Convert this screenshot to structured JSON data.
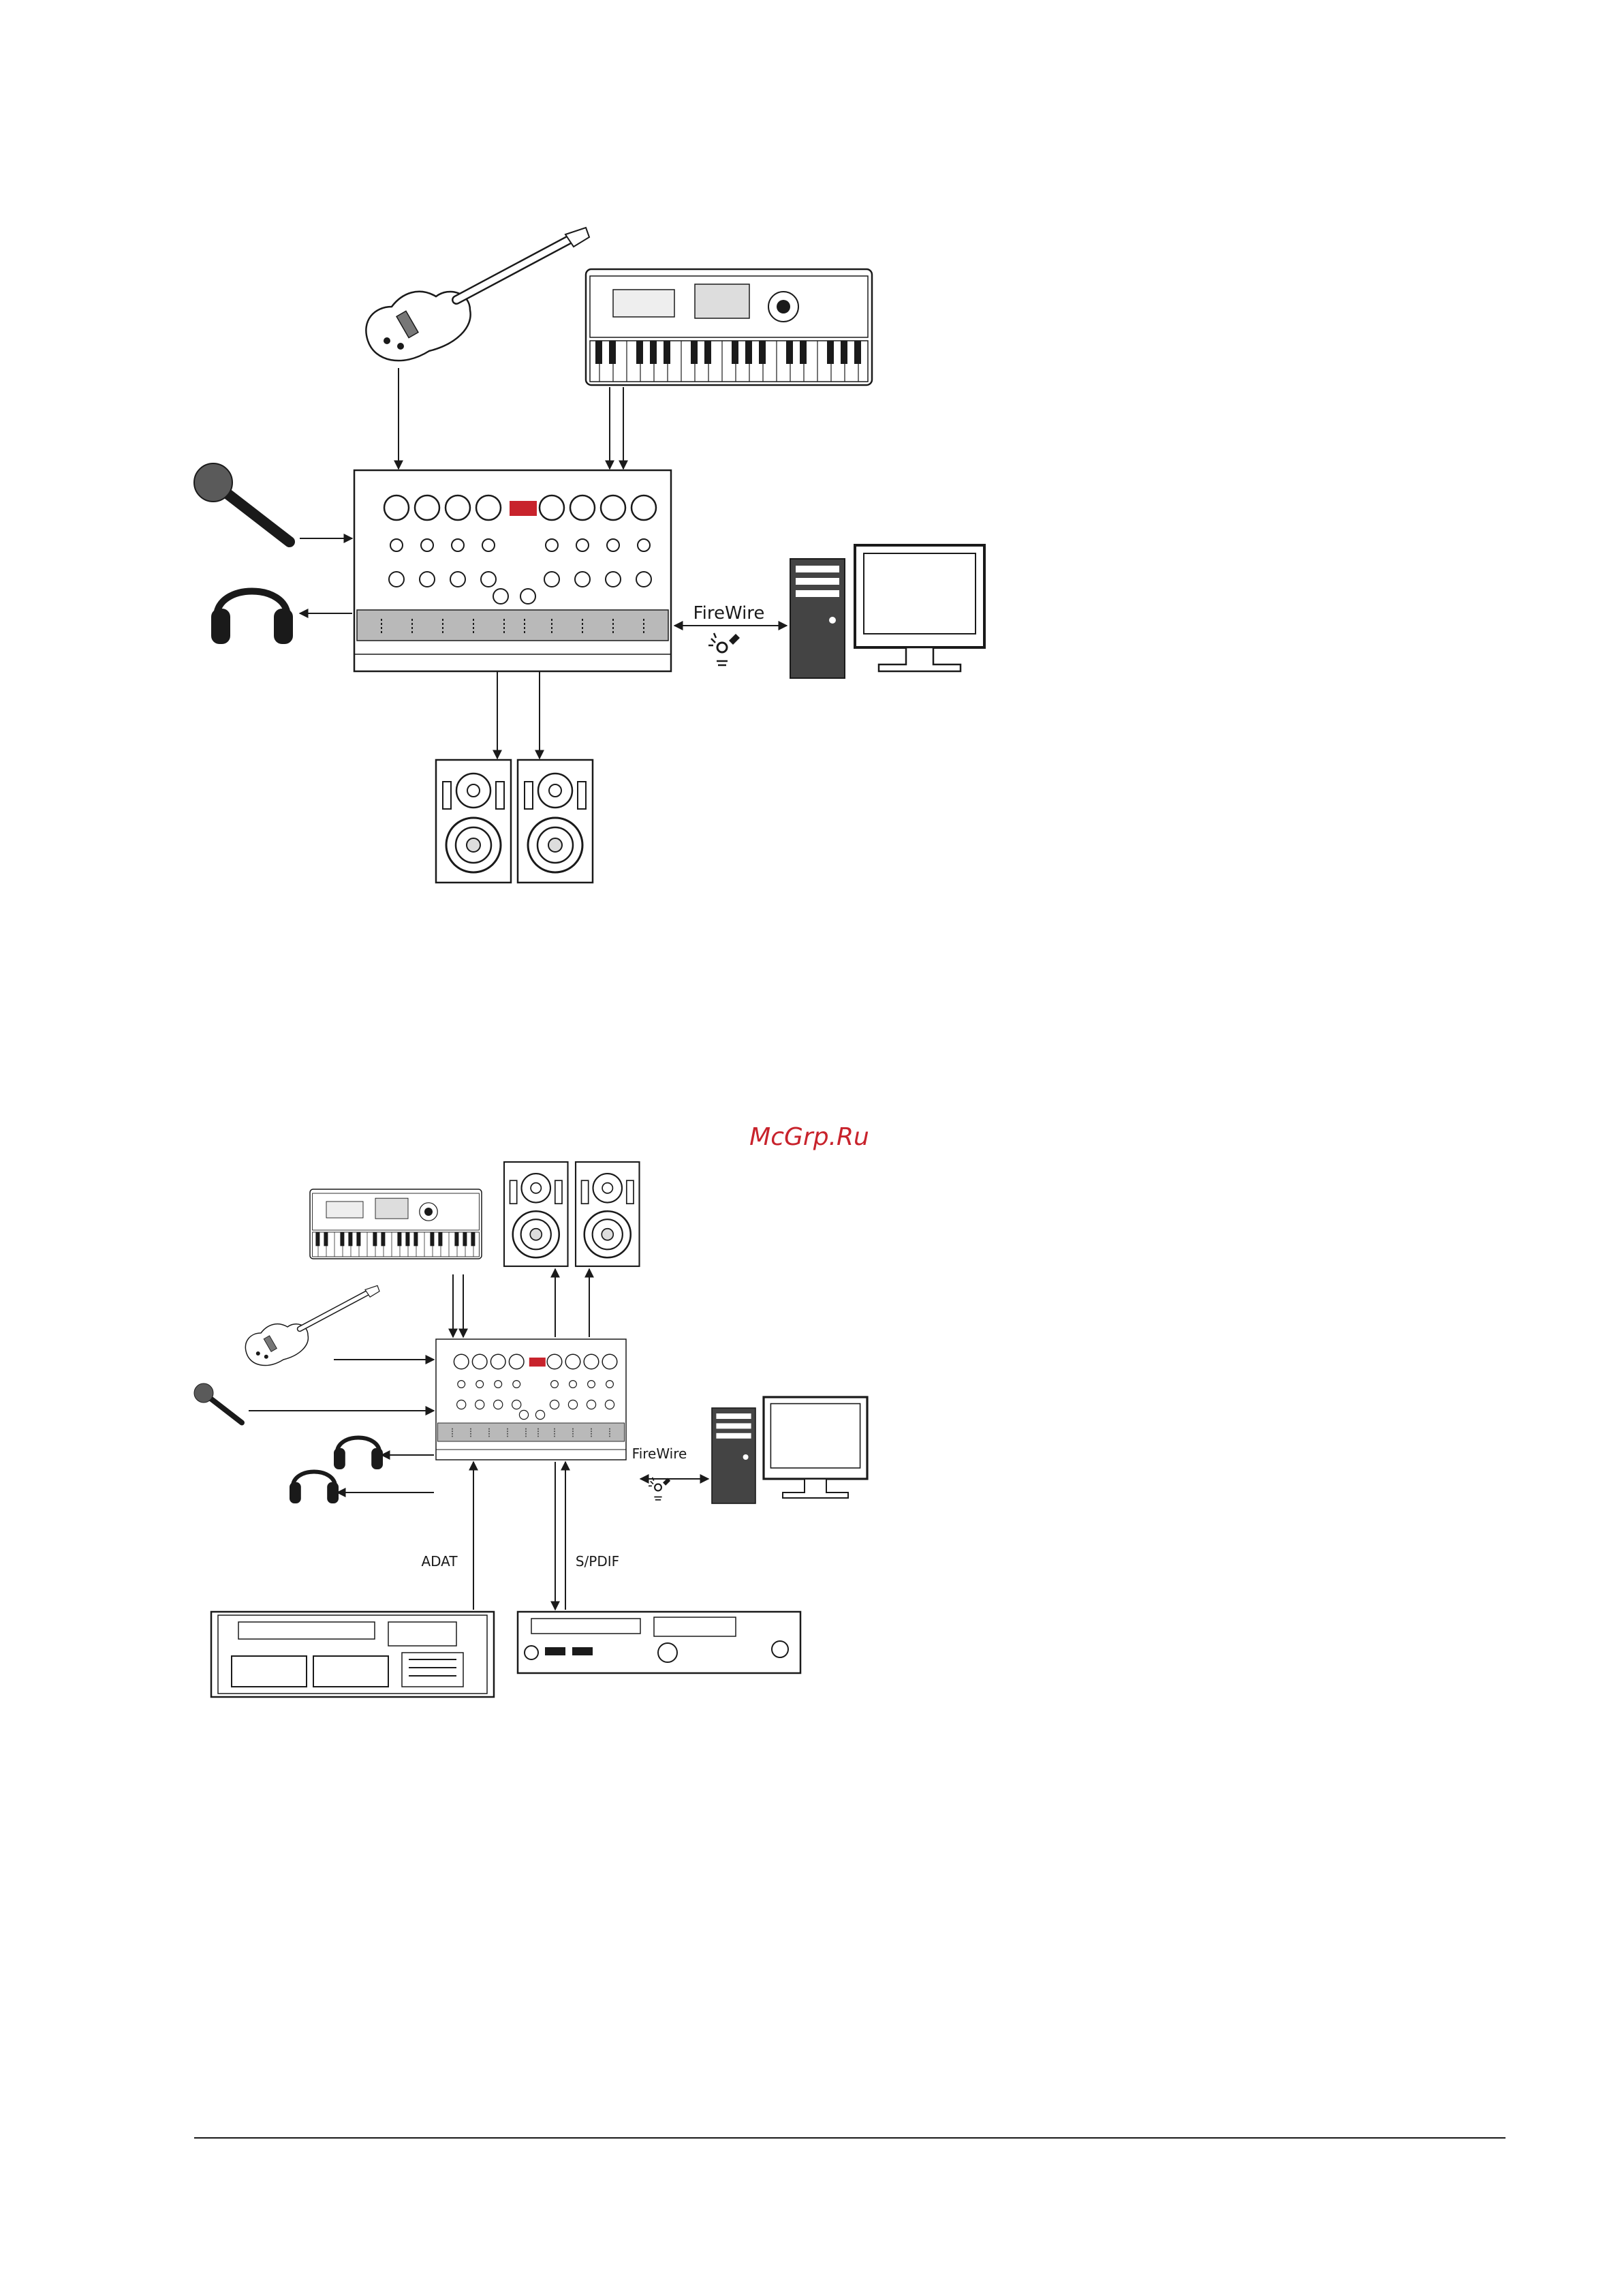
{
  "watermark": "McGrp.Ru",
  "diagram1": {
    "connection_labels": {
      "computer_link": "FireWire"
    }
  },
  "diagram2": {
    "connection_labels": {
      "computer_link": "FireWire",
      "adat_link": "ADAT",
      "spdif_link": "S/PDIF"
    }
  },
  "colors": {
    "line": "#1a1a1a",
    "meter_panel": "#b9b9b9",
    "watermark": "#c8232c",
    "mic_head": "#5a5a5a"
  }
}
